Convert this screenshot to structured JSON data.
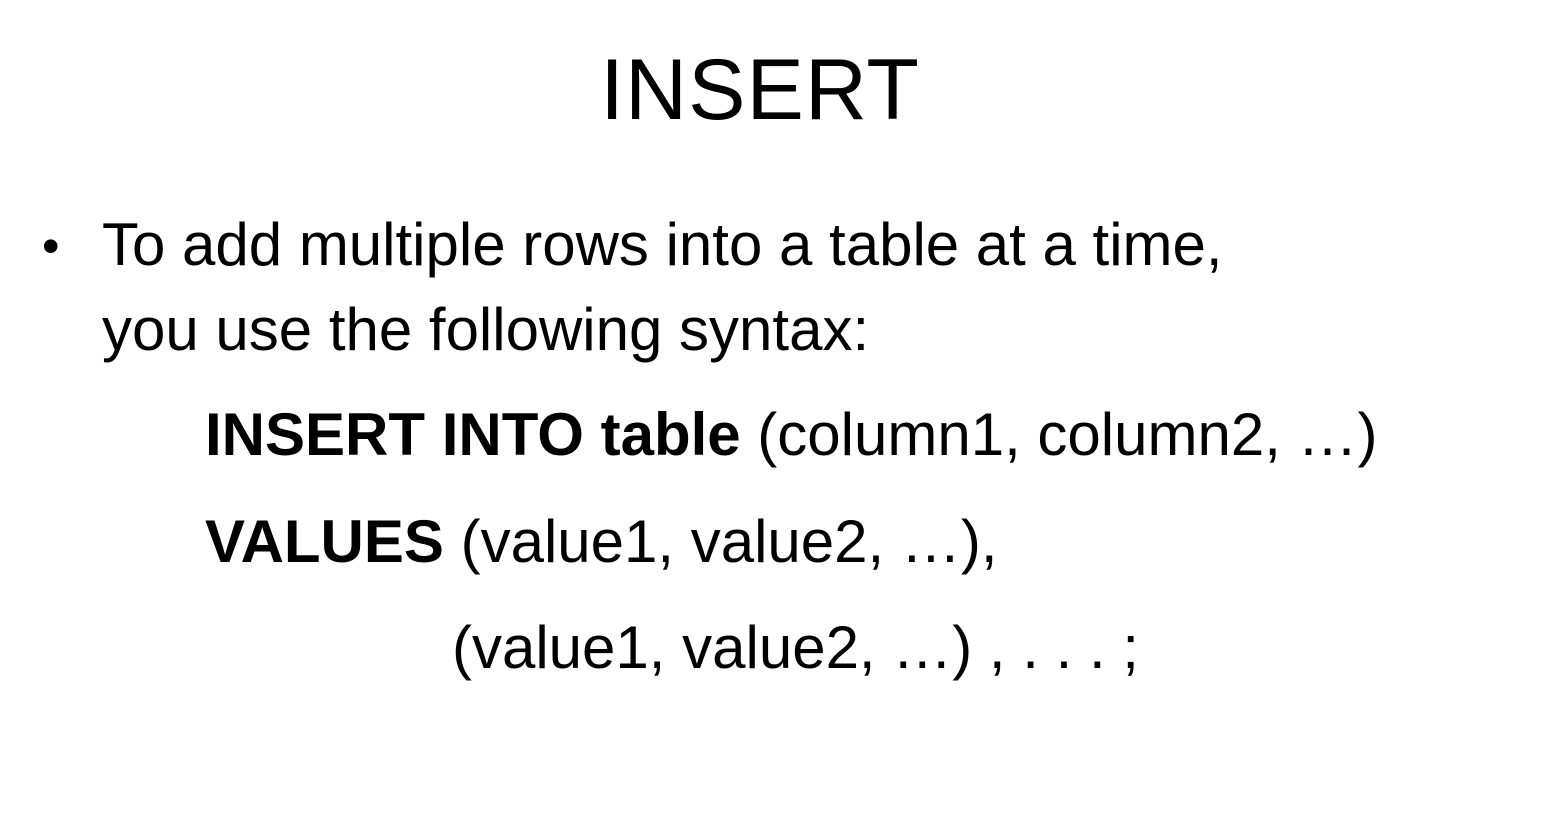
{
  "slide": {
    "title": "INSERT",
    "bullet": {
      "marker": "•",
      "line1": "To add multiple rows into a table at a time,",
      "line2": "you use the following syntax:"
    },
    "code": {
      "line1_keyword": "INSERT INTO table",
      "line1_rest": " (column1, column2, …)",
      "line2_keyword": "VALUES",
      "line2_rest": " (value1, value2, …),",
      "line3": "(value1, value2, …) , . . . ;"
    }
  }
}
